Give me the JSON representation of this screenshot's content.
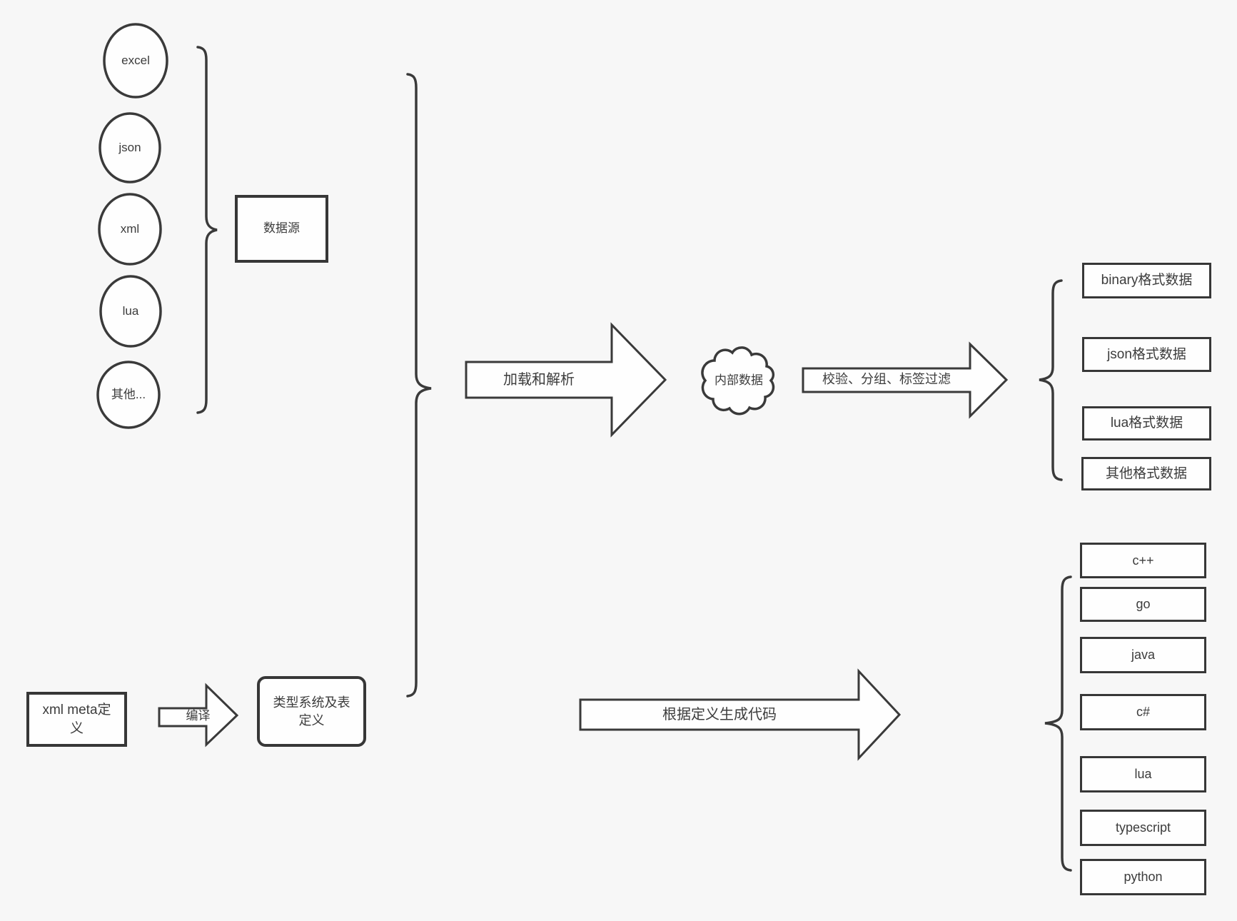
{
  "colors": {
    "background": "#f7f7f7",
    "stroke": "#3a3a3a",
    "shape_fill": "#fefefe",
    "text": "#3c3c3c"
  },
  "sources": {
    "group_label": "数据源",
    "items": [
      "excel",
      "json",
      "xml",
      "lua",
      "其他..."
    ]
  },
  "pipeline": {
    "load_arrow_label": "加载和解析",
    "internal_data_label": "内部数据",
    "filter_arrow_label": "校验、分组、标签过滤",
    "output_formats": [
      "binary格式数据",
      "json格式数据",
      "lua格式数据",
      "其他格式数据"
    ]
  },
  "codegen": {
    "xml_meta_label": "xml meta定义",
    "compile_arrow_label": "编译",
    "type_system_label": "类型系统及表定义",
    "codegen_arrow_label": "根据定义生成代码",
    "languages": [
      "c++",
      "go",
      "java",
      "c#",
      "lua",
      "typescript",
      "python"
    ]
  }
}
